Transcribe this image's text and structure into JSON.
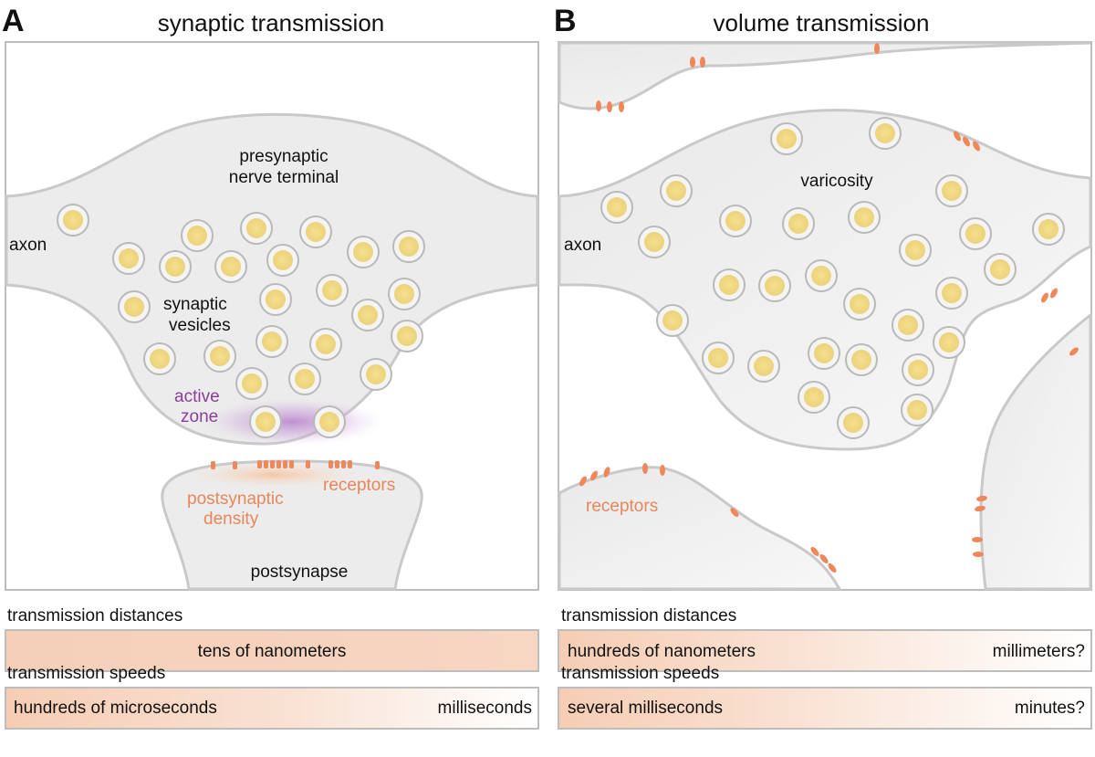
{
  "colors": {
    "membrane": "#c8c8c8",
    "cell_fill": "#ececec",
    "receptor": "#f0875a",
    "active_zone": "#9b59b6",
    "vesicle_core": "#f3dc8a",
    "bar_fill": "#f6d2bd"
  },
  "panel_a": {
    "letter": "A",
    "title": "synaptic transmission",
    "labels": {
      "presynaptic": "presynaptic",
      "nerve_terminal": "nerve terminal",
      "axon": "axon",
      "synaptic": "synaptic",
      "vesicles": "vesicles",
      "active": "active",
      "zone": "zone",
      "receptors": "receptors",
      "postsynaptic": "postsynaptic",
      "density": "density",
      "postsynapse": "postsynapse"
    },
    "distance_heading": "transmission distances",
    "distance_text": "tens of nanometers",
    "speed_heading": "transmission speeds",
    "speed_left": "hundreds of microseconds",
    "speed_right": "milliseconds"
  },
  "panel_b": {
    "letter": "B",
    "title": "volume transmission",
    "labels": {
      "varicosity": "varicosity",
      "axon": "axon",
      "receptors": "receptors"
    },
    "distance_heading": "transmission distances",
    "distance_left": "hundreds of nanometers",
    "distance_right": "millimeters?",
    "speed_heading": "transmission speeds",
    "speed_left": "several milliseconds",
    "speed_right": "minutes?"
  }
}
